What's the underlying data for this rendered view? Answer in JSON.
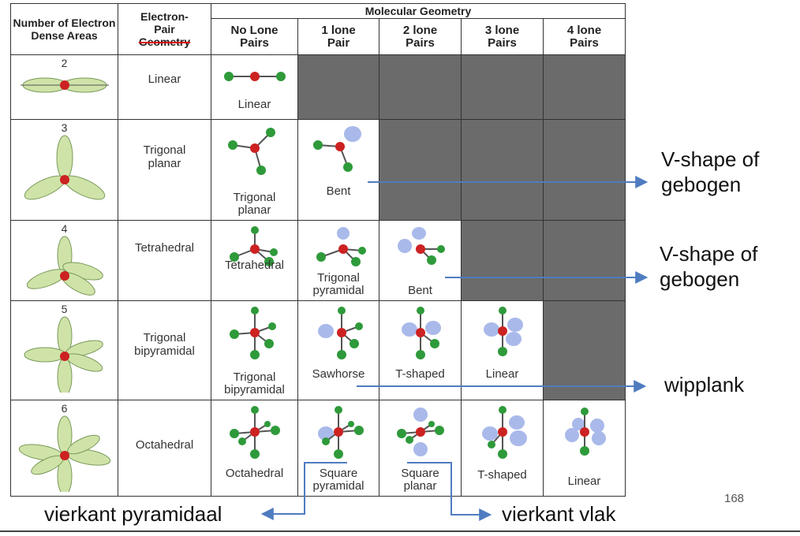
{
  "table": {
    "headers": {
      "electron_areas": "Number of Electron Dense Areas",
      "electron_pair_line1": "Electron-",
      "electron_pair_line2": "Pair",
      "electron_pair_line3": "Geometry",
      "molecular_geometry": "Molecular Geometry",
      "lone_pairs": [
        "No Lone Pairs",
        "1 lone Pair",
        "2 lone Pairs",
        "3 lone Pairs",
        "4 lone Pairs"
      ]
    },
    "rows": [
      {
        "count": "2",
        "electron_geometry": "Linear",
        "cells": [
          "Linear",
          null,
          null,
          null,
          null
        ]
      },
      {
        "count": "3",
        "electron_geometry": "Trigonal planar",
        "cells": [
          "Trigonal planar",
          "Bent",
          null,
          null,
          null
        ]
      },
      {
        "count": "4",
        "electron_geometry": "Tetrahedral",
        "cells": [
          "Tetrahedral",
          "Trigonal pyramidal",
          "Bent",
          null,
          null
        ]
      },
      {
        "count": "5",
        "electron_geometry": "Trigonal bipyramidal",
        "cells": [
          "Trigonal bipyramidal",
          "Sawhorse",
          "T-shaped",
          "Linear",
          null
        ]
      },
      {
        "count": "6",
        "electron_geometry": "Octahedral",
        "cells": [
          "Octahedral",
          "Square pyramidal",
          "Square planar",
          "T-shaped",
          "Linear"
        ]
      }
    ]
  },
  "annotations": {
    "bent_row3_line1": "V-shape of",
    "bent_row3_line2": "gebogen",
    "bent_row4_line1": "V-shape of",
    "bent_row4_line2": "gebogen",
    "sawhorse": "wipplank",
    "square_pyramidal": "vierkant pyramidaal",
    "square_planar": "vierkant vlak"
  },
  "page_number": "168",
  "colors": {
    "arrow": "#4f7cc0",
    "shade": "#6b6b6b",
    "strike": "#dd0000",
    "central_atom": "#cc2222",
    "ligand_atom": "#2e9a3a",
    "lone_pair": "#a9b9ea",
    "lobe": "#cfe3a9"
  }
}
